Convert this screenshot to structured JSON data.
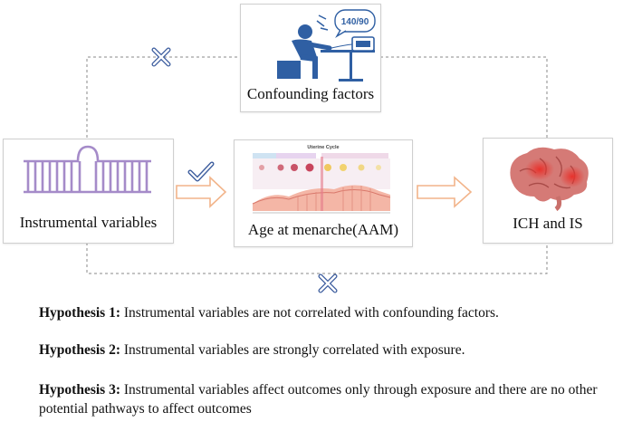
{
  "nodes": {
    "confounding": {
      "label": "Confounding factors",
      "bp_reading": "140/90"
    },
    "instrumental": {
      "label": "Instrumental variables"
    },
    "exposure": {
      "label": "Age at menarche(AAM)",
      "figure_title": "Uterine Cycle"
    },
    "outcome": {
      "label": "ICH and  IS"
    }
  },
  "hypotheses": [
    {
      "title": "Hypothesis 1:",
      "text": " Instrumental variables are not correlated with confounding factors."
    },
    {
      "title": "Hypothesis 2:",
      "text": " Instrumental variables are strongly correlated with exposure."
    },
    {
      "title": "Hypothesis 3:",
      "text": " Instrumental variables affect outcomes only through exposure and there are no other potential pathways to affect outcomes"
    }
  ],
  "colors": {
    "dashed_line": "#8a8a8a",
    "arrow": "#f2b48a",
    "check_cross": "#3f5f9f",
    "person": "#2f5fa3",
    "dna": "#a58bc9",
    "brain": "#c8554f"
  }
}
